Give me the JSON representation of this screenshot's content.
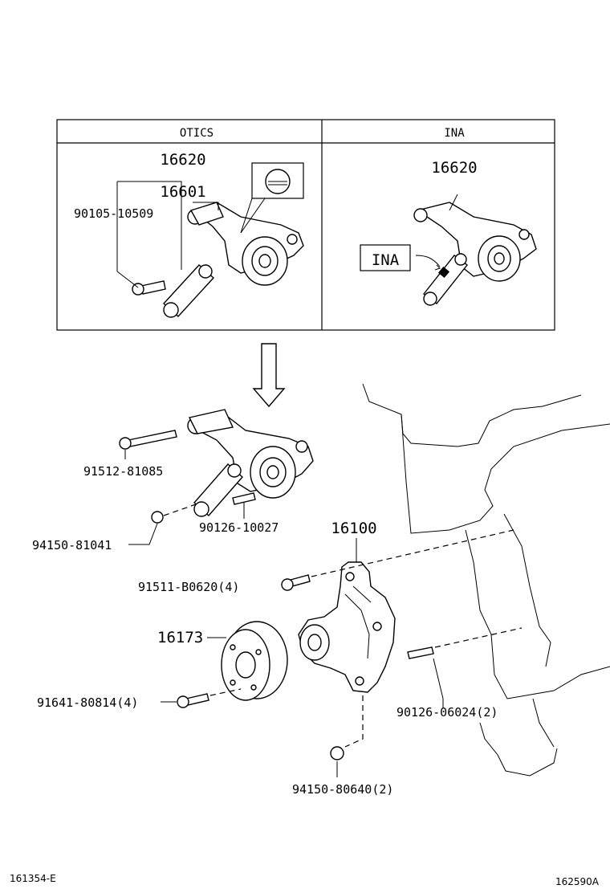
{
  "table": {
    "col_left": "OTICS",
    "col_right": "INA"
  },
  "labels": {
    "otics_tensioner": "16620",
    "otics_damper": "16601",
    "otics_bolt": "90105-10509",
    "ina_tensioner": "16620",
    "ina_callout": "INA",
    "bolt_long": "91512-81085",
    "nut_tensioner": "94150-81041",
    "stud_tensioner": "90126-10027",
    "water_pump": "16100",
    "pump_bolt": "91511-B0620(4)",
    "pulley": "16173",
    "pulley_bolt": "91641-80814(4)",
    "pump_stud": "90126-06024(2)",
    "pump_nut": "94150-80640(2)"
  },
  "footer": {
    "left_code": "161354-E",
    "right_code": "162590A"
  }
}
